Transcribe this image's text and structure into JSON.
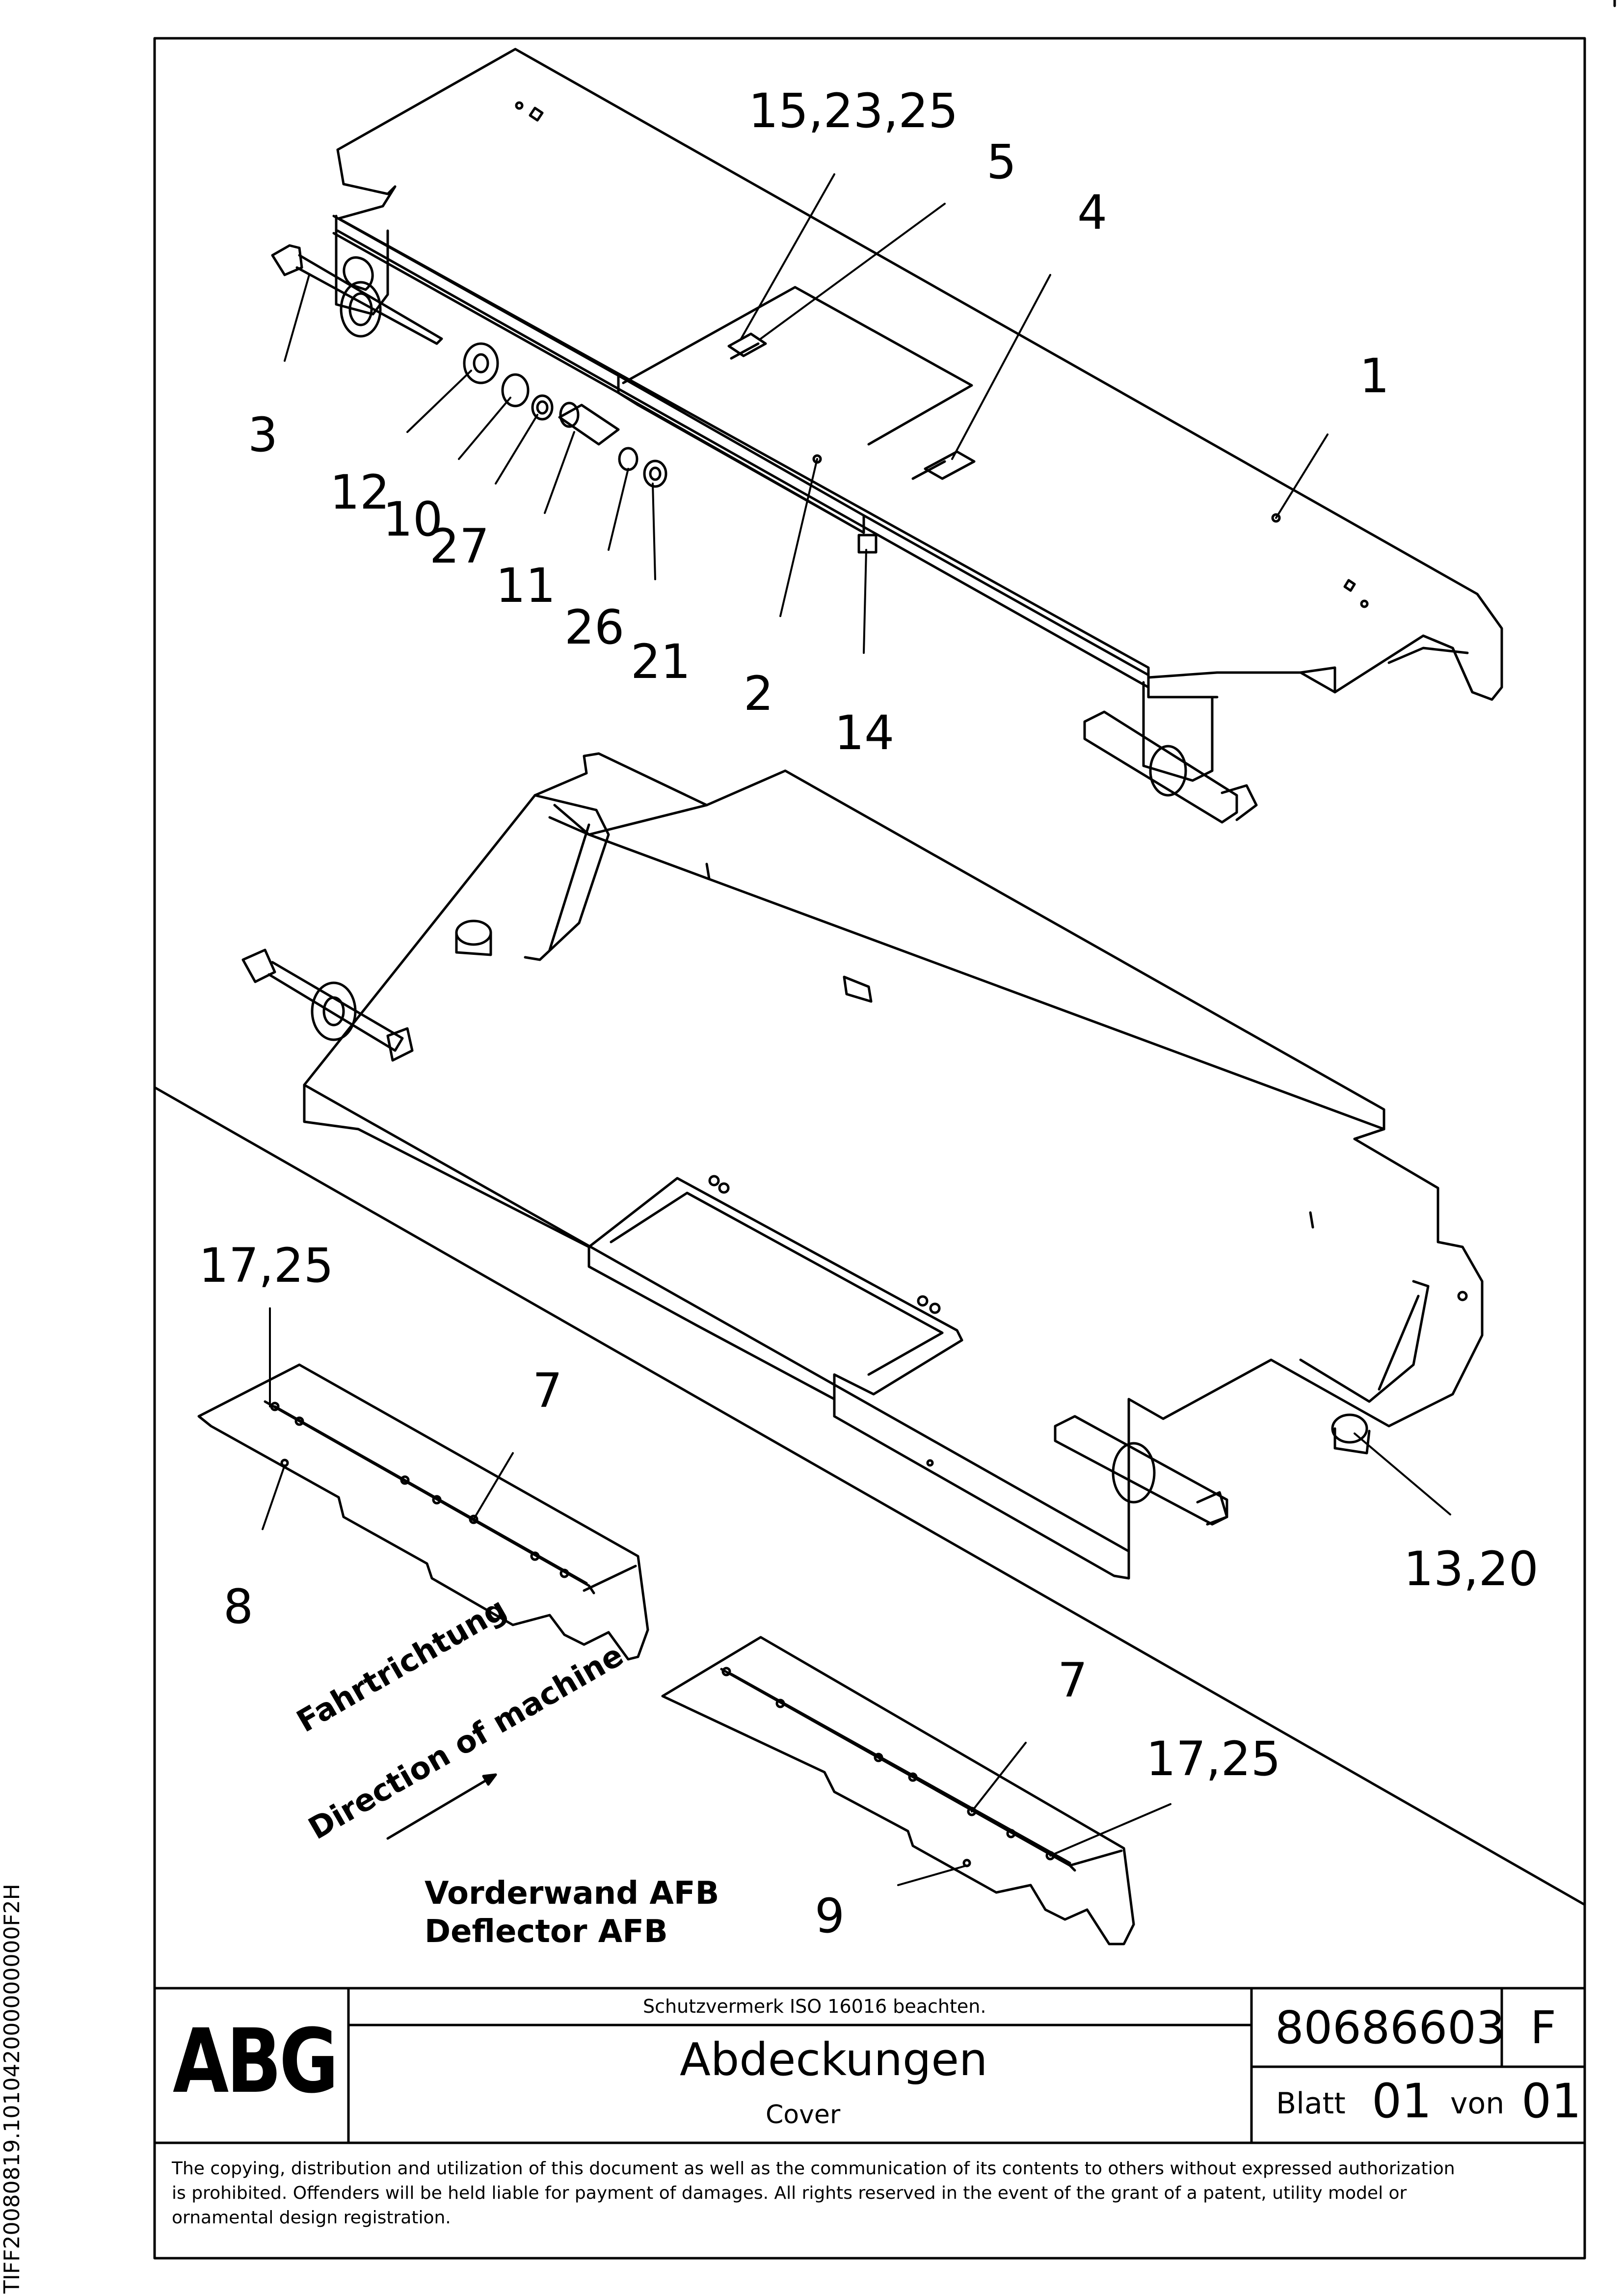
{
  "callouts": {
    "c15_23_25": "15,23,25",
    "c5": "5",
    "c4": "4",
    "c1": "1",
    "c3": "3",
    "c12": "12",
    "c10": "10",
    "c27": "27",
    "c11": "11",
    "c26": "26",
    "c21": "21",
    "c2": "2",
    "c14": "14",
    "c17_25_left": "17,25",
    "c7_left": "7",
    "c8": "8",
    "c13_20": "13,20",
    "c7_right": "7",
    "c17_25_right": "17,25",
    "c9": "9"
  },
  "direction": {
    "de": "Fahrtrichtung",
    "en": "Direction of machine"
  },
  "variant": {
    "de": "Vorderwand AFB",
    "en": "Deflector AFB"
  },
  "title_block": {
    "logo": "ABG",
    "protection_note": "Schutzvermerk ISO 16016 beachten.",
    "title_de": "Abdeckungen",
    "title_en": "Cover",
    "drawing_number": "80686603",
    "revision": "F",
    "sheet_label": "Blatt",
    "sheet_number": "01",
    "of_label": "von",
    "sheet_total": "01"
  },
  "copyright": {
    "line1": "The copying, distribution and utilization of this document as well as the communication of its contents to others without expressed authorization",
    "line2": "is prohibited. Offenders will be held liable for payment of damages. All rights reserved in the event of the grant of a patent, utility model or",
    "line3": "ornamental design registration."
  },
  "side_code": "TIFF20080819.101042000000000F2H"
}
